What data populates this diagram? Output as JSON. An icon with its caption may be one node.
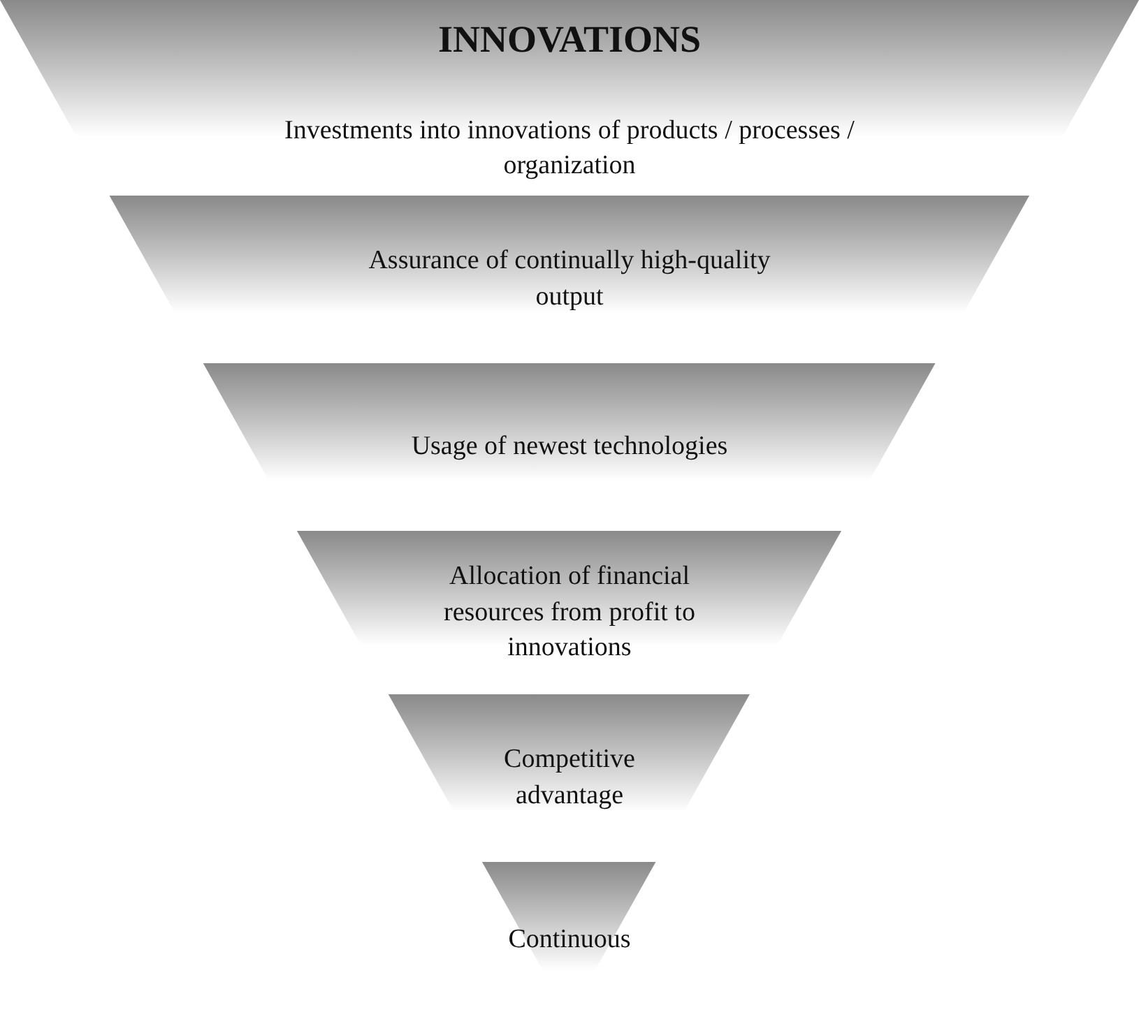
{
  "diagram": {
    "nodes": [
      {
        "text": [
          "INNOVATIONS",
          "Investments into innovations of products / processes / organization"
        ]
      },
      {
        "text": [
          "Assurance of continually high-quality output"
        ]
      },
      {
        "text": [
          "Usage of newest technologies"
        ]
      },
      {
        "text": [
          "Allocation of financial resources from profit to innovations"
        ]
      },
      {
        "text": [
          "Competitive advantage"
        ]
      },
      {
        "text": [
          "Continuous"
        ]
      }
    ]
  }
}
